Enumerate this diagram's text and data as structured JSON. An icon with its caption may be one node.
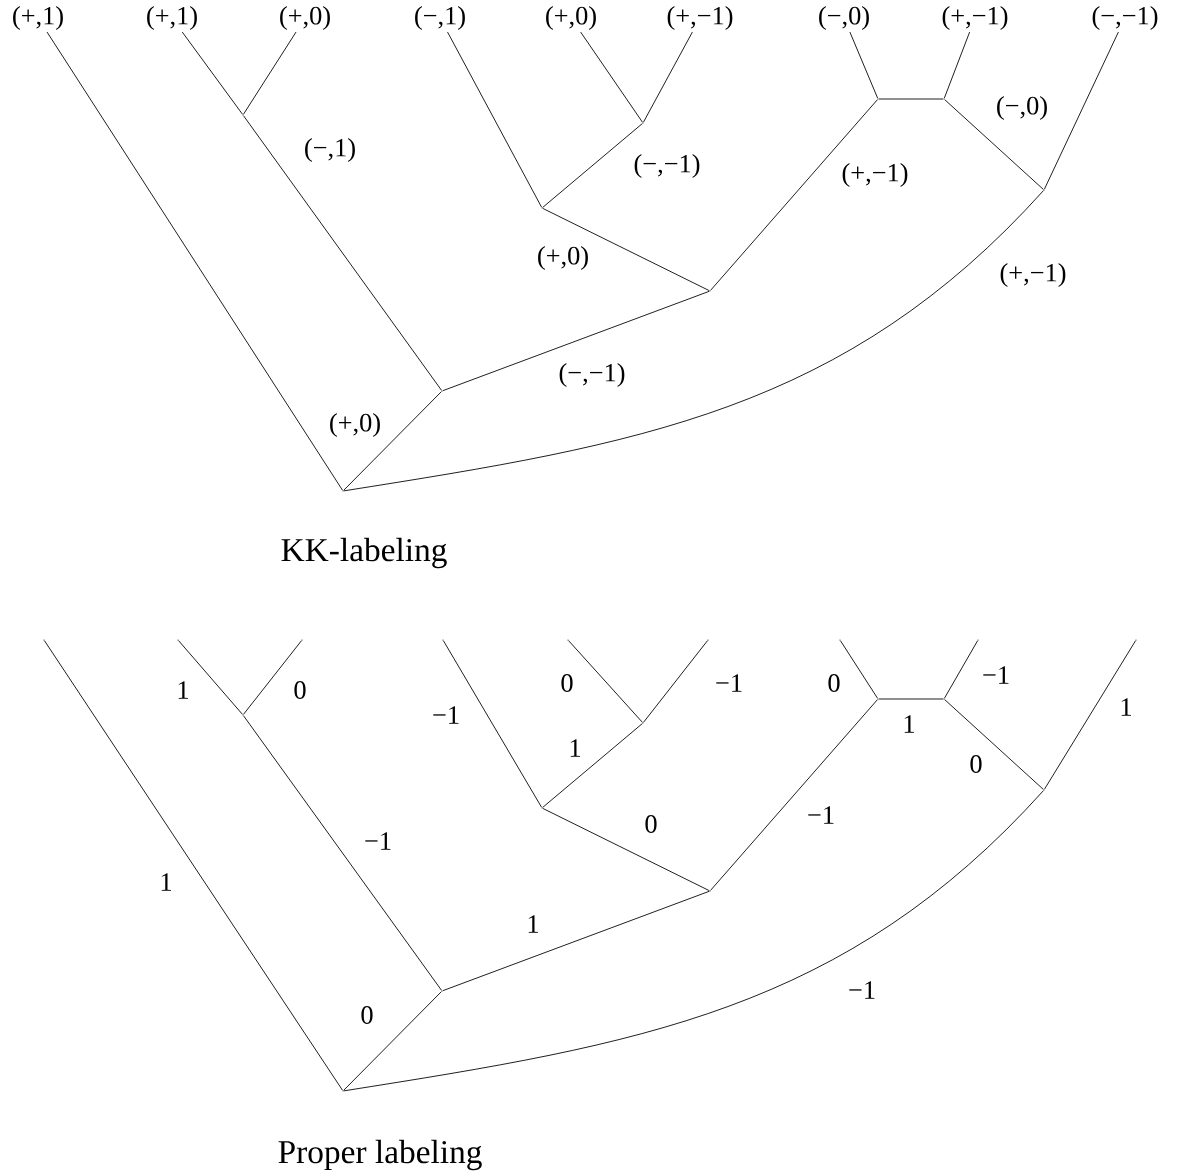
{
  "diagram": {
    "nodes": [
      {
        "text": [
          "(+,1)"
        ]
      },
      {
        "text": [
          "(+,1)"
        ]
      },
      {
        "text": [
          "(+,0)"
        ]
      },
      {
        "text": [
          "(−,1)"
        ]
      },
      {
        "text": [
          "(+,0)"
        ]
      },
      {
        "text": [
          "(+,−1)"
        ]
      },
      {
        "text": [
          "(−,0)"
        ]
      },
      {
        "text": [
          "(+,−1)"
        ]
      },
      {
        "text": [
          "(−,−1)"
        ]
      },
      {
        "text": [],
        "shape": "point"
      },
      {
        "text": [],
        "shape": "point"
      },
      {
        "text": [],
        "shape": "point"
      },
      {
        "text": [],
        "shape": "point"
      },
      {
        "text": [],
        "shape": "point"
      },
      {
        "text": [],
        "shape": "point"
      },
      {
        "text": [],
        "shape": "point"
      },
      {
        "text": [],
        "shape": "point"
      },
      {
        "text": [],
        "shape": "point"
      },
      {
        "text": [],
        "shape": "point"
      },
      {
        "text": [],
        "shape": "point"
      },
      {
        "text": [],
        "shape": "point"
      },
      {
        "text": [],
        "shape": "point"
      },
      {
        "text": [],
        "shape": "point"
      },
      {
        "text": [],
        "shape": "point"
      },
      {
        "text": [],
        "shape": "point"
      },
      {
        "text": [],
        "shape": "point"
      },
      {
        "text": [],
        "shape": "point"
      },
      {
        "text": [],
        "shape": "point"
      },
      {
        "text": [],
        "shape": "point"
      },
      {
        "text": [],
        "shape": "point"
      },
      {
        "text": [],
        "shape": "point"
      },
      {
        "text": [],
        "shape": "point"
      },
      {
        "text": [],
        "shape": "point"
      },
      {
        "text": [],
        "shape": "point"
      },
      {
        "text": [],
        "shape": "point"
      },
      {
        "text": [],
        "shape": "point"
      }
    ],
    "edges": [
      {
        "from": 0,
        "to": 17,
        "arrow": "none"
      },
      {
        "from": 1,
        "to": 9,
        "arrow": "none"
      },
      {
        "from": 2,
        "to": 9,
        "arrow": "none"
      },
      {
        "from": 3,
        "to": 11,
        "arrow": "none"
      },
      {
        "from": 4,
        "to": 10,
        "arrow": "none"
      },
      {
        "from": 5,
        "to": 10,
        "arrow": "none"
      },
      {
        "from": 6,
        "to": 12,
        "arrow": "none"
      },
      {
        "from": 7,
        "to": 13,
        "arrow": "none"
      },
      {
        "from": 8,
        "to": 14,
        "arrow": "none"
      },
      {
        "from": 12,
        "to": 13,
        "arrow": "none"
      },
      {
        "from": 9,
        "to": 16,
        "arrow": "none",
        "label": "(−,1)"
      },
      {
        "from": 10,
        "to": 11,
        "arrow": "none",
        "label": "(−,−1)"
      },
      {
        "from": 11,
        "to": 15,
        "arrow": "none",
        "label": "(+,0)"
      },
      {
        "from": 12,
        "to": 15,
        "arrow": "none",
        "label": "(+,−1)"
      },
      {
        "from": 13,
        "to": 14,
        "arrow": "none",
        "label": "(−,0)"
      },
      {
        "from": 14,
        "to": 17,
        "arrow": "none",
        "label": "(+,−1)"
      },
      {
        "from": 16,
        "to": 15,
        "arrow": "none",
        "label": "(−,−1)"
      },
      {
        "from": 16,
        "to": 17,
        "arrow": "none",
        "label": "(+,0)"
      },
      {
        "from": 18,
        "to": 35,
        "arrow": "none",
        "label": "1"
      },
      {
        "from": 19,
        "to": 27,
        "arrow": "none",
        "label": "1"
      },
      {
        "from": 20,
        "to": 27,
        "arrow": "none",
        "label": "0"
      },
      {
        "from": 21,
        "to": 29,
        "arrow": "none",
        "label": "−1"
      },
      {
        "from": 22,
        "to": 28,
        "arrow": "none",
        "label": "0"
      },
      {
        "from": 23,
        "to": 28,
        "arrow": "none",
        "label": "−1"
      },
      {
        "from": 24,
        "to": 30,
        "arrow": "none",
        "label": "0"
      },
      {
        "from": 25,
        "to": 31,
        "arrow": "none",
        "label": "−1"
      },
      {
        "from": 26,
        "to": 32,
        "arrow": "none",
        "label": "1"
      },
      {
        "from": 30,
        "to": 31,
        "arrow": "none",
        "label": "1"
      },
      {
        "from": 27,
        "to": 34,
        "arrow": "none",
        "label": "−1"
      },
      {
        "from": 28,
        "to": 29,
        "arrow": "none",
        "label": "1"
      },
      {
        "from": 29,
        "to": 33,
        "arrow": "none",
        "label": "0"
      },
      {
        "from": 30,
        "to": 33,
        "arrow": "none",
        "label": "−1"
      },
      {
        "from": 31,
        "to": 32,
        "arrow": "none",
        "label": "0"
      },
      {
        "from": 32,
        "to": 35,
        "arrow": "none",
        "label": "−1"
      },
      {
        "from": 34,
        "to": 33,
        "arrow": "none",
        "label": "1"
      },
      {
        "from": 34,
        "to": 35,
        "arrow": "none",
        "label": "0"
      }
    ],
    "labels": [
      "KK-labeling",
      "Proper labeling"
    ]
  }
}
